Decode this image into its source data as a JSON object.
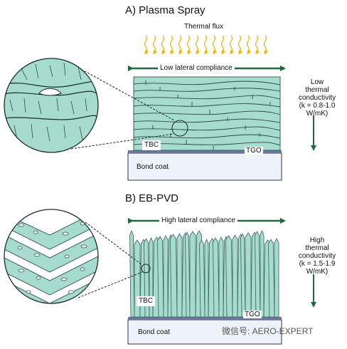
{
  "colors": {
    "tbc_fill": "#a6dccd",
    "tbc_stroke": "#3d5f58",
    "arrow_green": "#1f6a3c",
    "flux_yellow": "#e8b613",
    "tgo_blue": "#6a78a0",
    "bond_coat_fill": "#eef2fa"
  },
  "panel_a": {
    "title": "A) Plasma Spray",
    "flux_label": "Thermal flux",
    "compliance": "Low lateral compliance",
    "conductivity": [
      "Low",
      "thermal",
      "conductivity",
      "(k = 0.8-1.0 W/mK)"
    ],
    "tbc": "TBC",
    "tgo": "TGO",
    "bond_coat": "Bond coat"
  },
  "panel_b": {
    "title": "B) EB-PVD",
    "compliance": "High lateral compliance",
    "conductivity": [
      "High",
      "thermal",
      "conductivity",
      "(k = 1.5-1.9 W/mK)"
    ],
    "tbc": "TBC",
    "tgo": "TGO",
    "bond_coat": "Bond coat"
  },
  "watermark": "微信号: AERO-EXPERT"
}
